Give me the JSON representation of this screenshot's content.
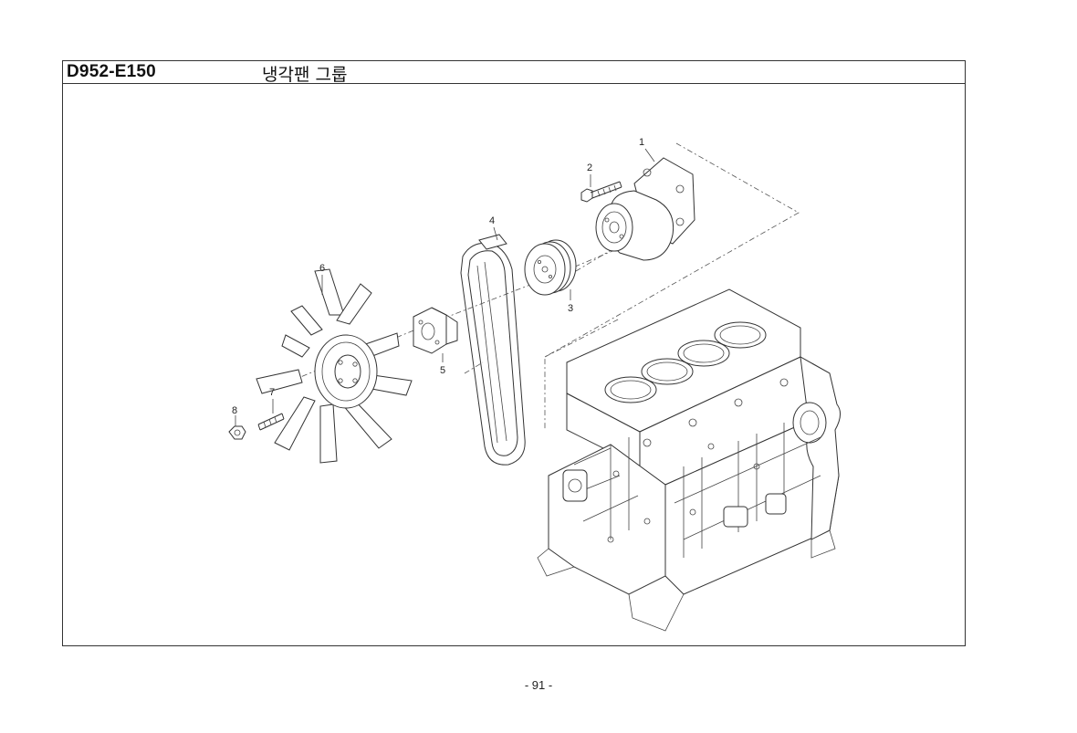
{
  "header": {
    "doc_code": "D952-E150",
    "title": "냉각팬 그룹"
  },
  "callouts": [
    "1",
    "2",
    "3",
    "4",
    "5",
    "6",
    "7",
    "8"
  ],
  "parts": [
    {
      "callout": "1",
      "name": "water-pump"
    },
    {
      "callout": "2",
      "name": "bolt"
    },
    {
      "callout": "3",
      "name": "pulley"
    },
    {
      "callout": "4",
      "name": "v-belt"
    },
    {
      "callout": "5",
      "name": "spacer"
    },
    {
      "callout": "6",
      "name": "cooling-fan"
    },
    {
      "callout": "7",
      "name": "stud-bolt"
    },
    {
      "callout": "8",
      "name": "nut"
    }
  ],
  "footer": {
    "page_number": "- 91 -"
  }
}
